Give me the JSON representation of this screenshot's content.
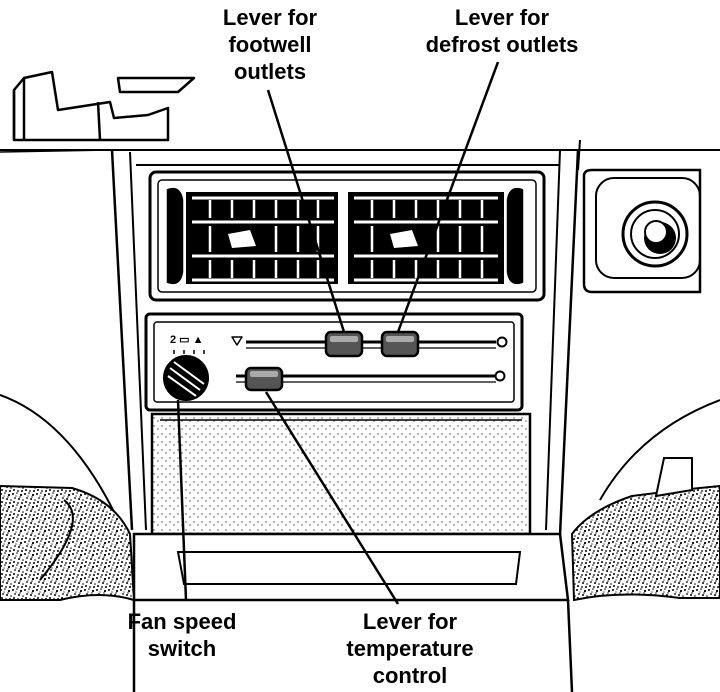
{
  "labels": {
    "footwell": {
      "line1": "Lever for",
      "line2": "footwell",
      "line3": "outlets"
    },
    "defrost": {
      "line1": "Lever for",
      "line2": "defrost outlets"
    },
    "fan": {
      "line1": "Fan speed",
      "line2": "switch"
    },
    "temperature": {
      "line1": "Lever for",
      "line2": "temperature",
      "line3": "control"
    }
  },
  "fan_dial_marks": "2 ▭ ▲",
  "colors": {
    "ink": "#000000",
    "paper": "#ffffff",
    "lever": "#555555"
  }
}
